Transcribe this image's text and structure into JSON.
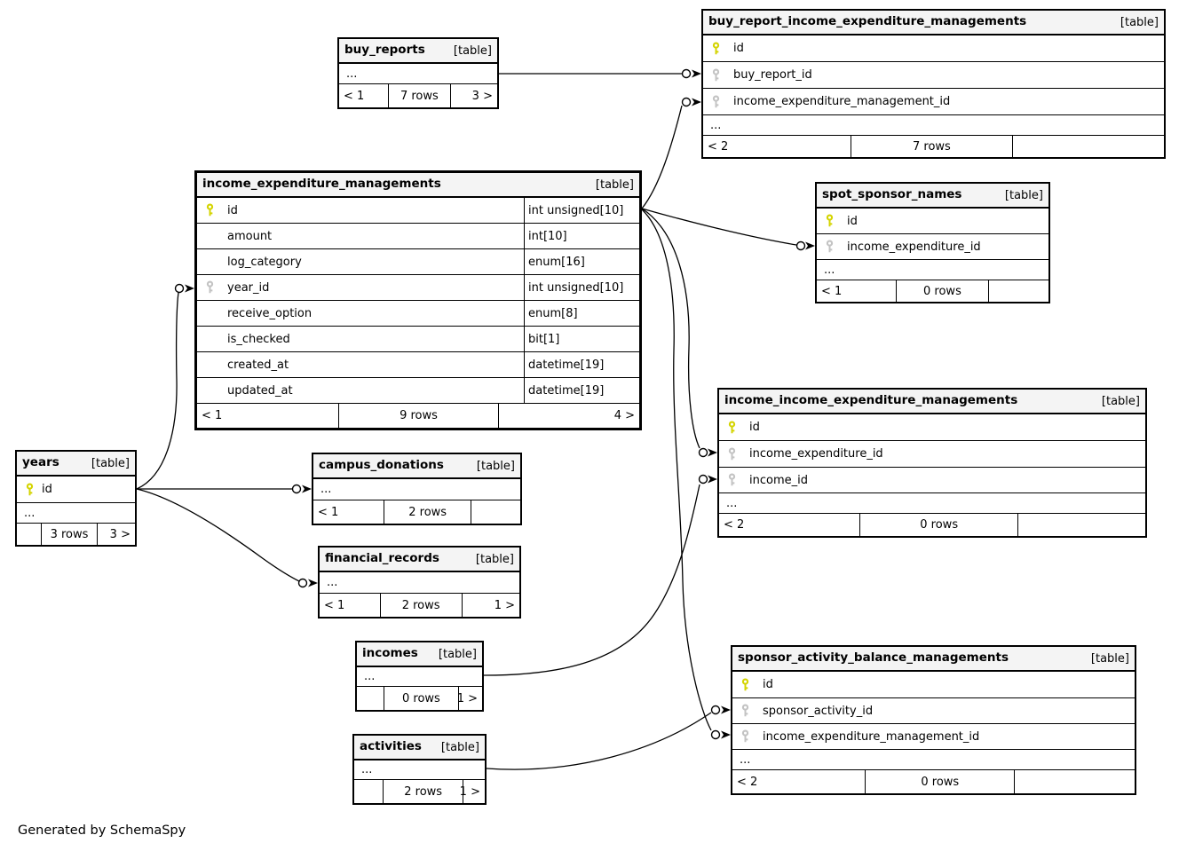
{
  "page": {
    "footer_note": "Generated by SchemaSpy"
  },
  "tables": {
    "buy_reports": {
      "title": "buy_reports",
      "tag": "[table]",
      "ellipsis": "...",
      "pager": {
        "left": "< 1",
        "center": "7 rows",
        "right": "3 >"
      }
    },
    "buy_report_income_expenditure_managements": {
      "title": "buy_report_income_expenditure_managements",
      "tag": "[table]",
      "ellipsis": "...",
      "columns": [
        {
          "name": "id",
          "key": "primary"
        },
        {
          "name": "buy_report_id",
          "key": "foreign"
        },
        {
          "name": "income_expenditure_management_id",
          "key": "foreign"
        }
      ],
      "pager": {
        "left": "< 2",
        "center": "7 rows",
        "right": ""
      }
    },
    "income_expenditure_managements": {
      "title": "income_expenditure_managements",
      "tag": "[table]",
      "columns": [
        {
          "name": "id",
          "type": "int unsigned[10]",
          "key": "primary"
        },
        {
          "name": "amount",
          "type": "int[10]",
          "key": ""
        },
        {
          "name": "log_category",
          "type": "enum[16]",
          "key": ""
        },
        {
          "name": "year_id",
          "type": "int unsigned[10]",
          "key": "foreign"
        },
        {
          "name": "receive_option",
          "type": "enum[8]",
          "key": ""
        },
        {
          "name": "is_checked",
          "type": "bit[1]",
          "key": ""
        },
        {
          "name": "created_at",
          "type": "datetime[19]",
          "key": ""
        },
        {
          "name": "updated_at",
          "type": "datetime[19]",
          "key": ""
        }
      ],
      "pager": {
        "left": "< 1",
        "center": "9 rows",
        "right": "4 >"
      }
    },
    "spot_sponsor_names": {
      "title": "spot_sponsor_names",
      "tag": "[table]",
      "ellipsis": "...",
      "columns": [
        {
          "name": "id",
          "key": "primary"
        },
        {
          "name": "income_expenditure_id",
          "key": "foreign"
        }
      ],
      "pager": {
        "left": "< 1",
        "center": "0 rows",
        "right": ""
      }
    },
    "years": {
      "title": "years",
      "tag": "[table]",
      "ellipsis": "...",
      "columns": [
        {
          "name": "id",
          "key": "primary"
        }
      ],
      "pager": {
        "left": "",
        "center": "3 rows",
        "right": "3 >"
      }
    },
    "campus_donations": {
      "title": "campus_donations",
      "tag": "[table]",
      "ellipsis": "...",
      "pager": {
        "left": "< 1",
        "center": "2 rows",
        "right": ""
      }
    },
    "financial_records": {
      "title": "financial_records",
      "tag": "[table]",
      "ellipsis": "...",
      "pager": {
        "left": "< 1",
        "center": "2 rows",
        "right": "1 >"
      }
    },
    "income_income_expenditure_managements": {
      "title": "income_income_expenditure_managements",
      "tag": "[table]",
      "ellipsis": "...",
      "columns": [
        {
          "name": "id",
          "key": "primary"
        },
        {
          "name": "income_expenditure_id",
          "key": "foreign"
        },
        {
          "name": "income_id",
          "key": "foreign"
        }
      ],
      "pager": {
        "left": "< 2",
        "center": "0 rows",
        "right": ""
      }
    },
    "incomes": {
      "title": "incomes",
      "tag": "[table]",
      "ellipsis": "...",
      "pager": {
        "left": "",
        "center": "0 rows",
        "right": "1 >"
      }
    },
    "activities": {
      "title": "activities",
      "tag": "[table]",
      "ellipsis": "...",
      "pager": {
        "left": "",
        "center": "2 rows",
        "right": "1 >"
      }
    },
    "sponsor_activity_balance_managements": {
      "title": "sponsor_activity_balance_managements",
      "tag": "[table]",
      "ellipsis": "...",
      "columns": [
        {
          "name": "id",
          "key": "primary"
        },
        {
          "name": "sponsor_activity_id",
          "key": "foreign"
        },
        {
          "name": "income_expenditure_management_id",
          "key": "foreign"
        }
      ],
      "pager": {
        "left": "< 2",
        "center": "0 rows",
        "right": ""
      }
    }
  },
  "relationships": [
    {
      "from": "buy_reports",
      "to": "buy_report_income_expenditure_managements.buy_report_id"
    },
    {
      "from": "income_expenditure_managements.id",
      "to": "buy_report_income_expenditure_managements.income_expenditure_management_id"
    },
    {
      "from": "income_expenditure_managements.id",
      "to": "spot_sponsor_names.income_expenditure_id"
    },
    {
      "from": "income_expenditure_managements.id",
      "to": "income_income_expenditure_managements.income_expenditure_id"
    },
    {
      "from": "income_expenditure_managements.id",
      "to": "sponsor_activity_balance_managements.income_expenditure_management_id"
    },
    {
      "from": "years.id",
      "to": "income_expenditure_managements.year_id"
    },
    {
      "from": "years.id",
      "to": "campus_donations"
    },
    {
      "from": "years.id",
      "to": "financial_records"
    },
    {
      "from": "incomes",
      "to": "income_income_expenditure_managements.income_id"
    },
    {
      "from": "activities",
      "to": "sponsor_activity_balance_managements.sponsor_activity_id"
    }
  ],
  "colors": {
    "primary_key": "#d4d400",
    "foreign_key": "#c3c3c3",
    "title_bg": "#f4f4f4",
    "line": "#000000"
  }
}
